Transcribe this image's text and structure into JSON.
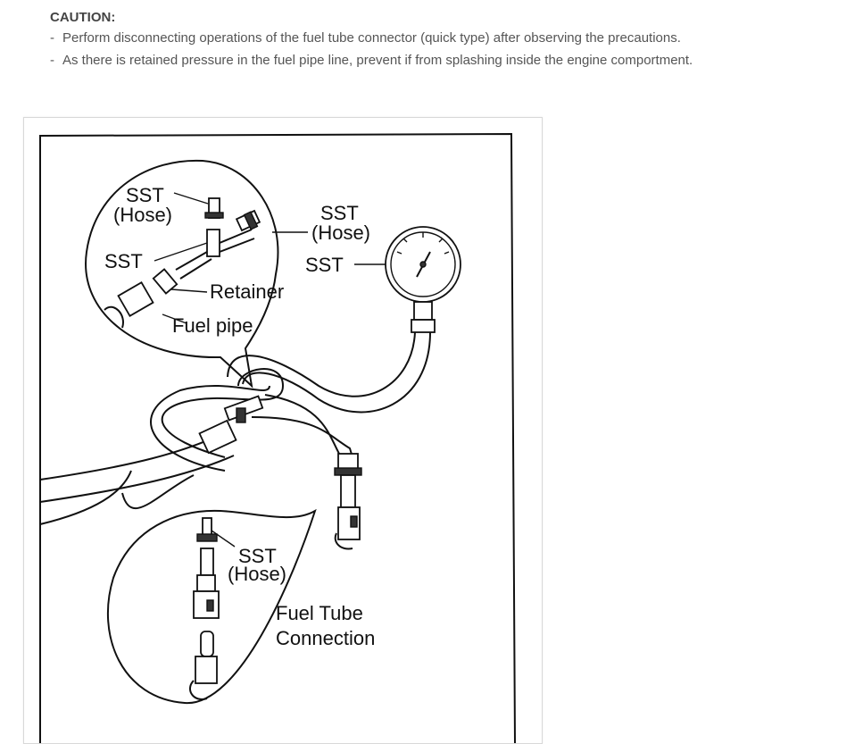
{
  "caution": {
    "title": "CAUTION:",
    "items": [
      "Perform disconnecting operations of the fuel tube connector (quick type) after observing the precautions.",
      "As there is retained pressure in the fuel pipe line, prevent if from splashing inside the engine comportment."
    ]
  },
  "figure": {
    "labels": {
      "sst_hose_top_1": "SST",
      "sst_hose_top_2": "(Hose)",
      "sst_tee": "SST",
      "retainer": "Retainer",
      "fuel_pipe": "Fuel pipe",
      "sst_hose_right_1": "SST",
      "sst_hose_right_2": "(Hose)",
      "sst_gauge": "SST",
      "sst_hose_bottom_1": "SST",
      "sst_hose_bottom_2": "(Hose)",
      "fuel_tube_1": "Fuel Tube",
      "fuel_tube_2": "Connection"
    }
  }
}
